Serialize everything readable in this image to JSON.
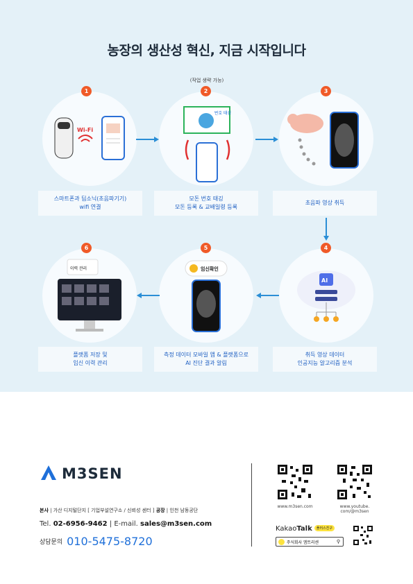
{
  "title": {
    "part1": "농장의 생산성 혁신,",
    "part2": " 지금 시작입니다"
  },
  "note": "(작업 생략 가능)",
  "steps": [
    {
      "num": "1",
      "line1": "스마트폰과 딥소닉(초음파기기)",
      "line2": "wifi 연결"
    },
    {
      "num": "2",
      "line1": "모돈 번호 태깅",
      "line2": "모돈 등록 & 교배일령 등록"
    },
    {
      "num": "3",
      "line1": "초음파 영상 취득",
      "line2": ""
    },
    {
      "num": "4",
      "line1": "취득 영상 데이터",
      "line2": "인공지능 알고리즘 분석"
    },
    {
      "num": "5",
      "line1": "측정 데이터 모바일 앱 & 플랫폼으로",
      "line2": "AI 진단 결과 알림"
    },
    {
      "num": "6",
      "line1": "플랫폼 저장 및",
      "line2": "임신 이력 관리"
    }
  ],
  "labels": {
    "wifi": "Wi-Fi",
    "tag": "번호 태깅",
    "pregnancy": "임신확인",
    "history": "이력 관리",
    "ai": "AI"
  },
  "footer": {
    "brand": "M3SEN",
    "addr_head_label": "본사",
    "addr_head": " | 가산 디지털단지 [ 기업부설연구소 / 신뢰성 센터 ]  ",
    "addr_factory_label": "공장",
    "addr_factory": " | 인천 남동공단",
    "tel_label": "Tel. ",
    "tel": "02-6956-9462",
    "sep": "  |  ",
    "email_label": "E-mail. ",
    "email": "sales@m3sen.com",
    "consult_label": "상담문의",
    "consult": "010-5475-8720",
    "qr1_label": "www.m3sen.com",
    "qr2_label_1": "www.youtube.",
    "qr2_label_2": "com/@m3sen",
    "kakao_prefix": "Kakao",
    "kakao_bold": "Talk",
    "kakao_badge": "플러스친구",
    "kakao_search": "주식회사 엠트리센"
  },
  "colors": {
    "accent": "#1e6fd9",
    "step": "#f05a28",
    "bg": "#e4f1f8"
  }
}
